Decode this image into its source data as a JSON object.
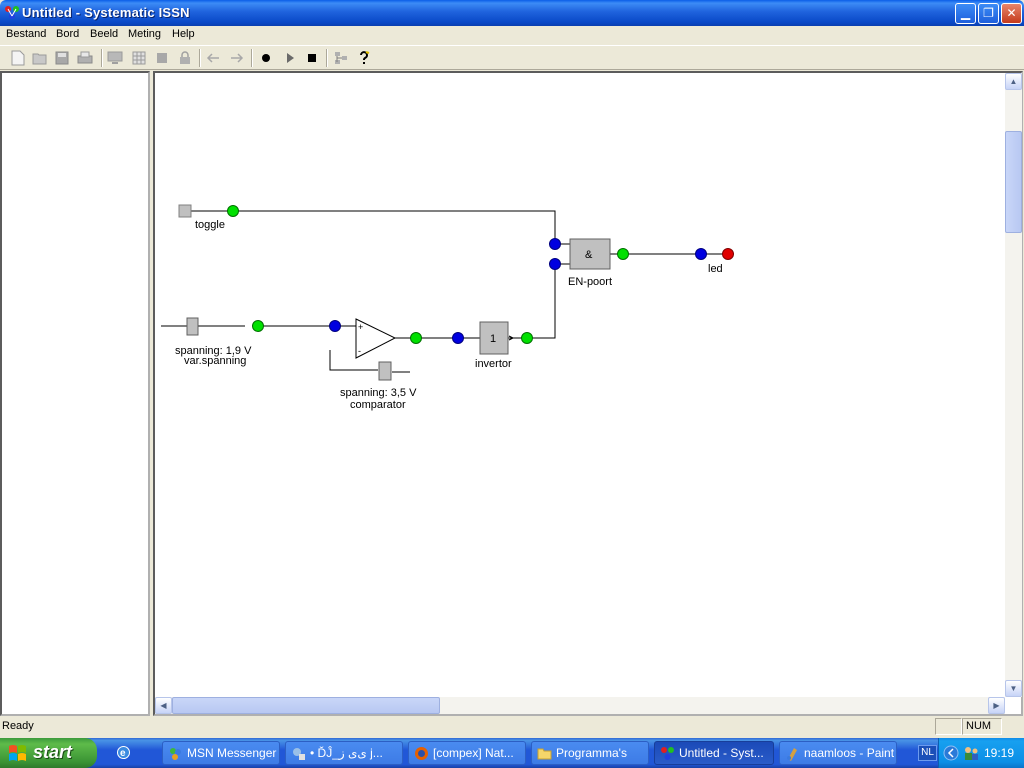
{
  "window": {
    "title": "Untitled - Systematic ISSN",
    "min_label": "▁",
    "max_label": "❐",
    "close_label": "✕"
  },
  "menu": {
    "items": [
      "Bestand",
      "Bord",
      "Beeld",
      "Meting",
      "Help"
    ]
  },
  "toolbar": {
    "icons": [
      "new-icon",
      "open-icon",
      "save-icon",
      "print-icon",
      "monitor-icon",
      "grid-icon",
      "stop-square-icon",
      "lock-icon",
      "undo-arrow-icon",
      "redo-arrow-icon",
      "record-icon",
      "play-icon",
      "stop-icon",
      "tree-icon",
      "help-question-icon"
    ]
  },
  "diagram": {
    "components": {
      "toggle": {
        "label": "toggle"
      },
      "var_spanning": {
        "value_label": "spanning: 1,9 V",
        "label": "var.spanning"
      },
      "comparator": {
        "value_label": "spanning: 3,5 V",
        "label": "comparator",
        "plus": "+",
        "minus": "-"
      },
      "invertor": {
        "symbol": "1",
        "label": "invertor"
      },
      "en_poort": {
        "symbol": "&",
        "label": "EN-poort"
      },
      "led": {
        "label": "led"
      }
    },
    "colors": {
      "output_port": "#00E000",
      "input_port": "#0000E0",
      "led_on": "#E00000",
      "block": "#C0C0C0",
      "wire": "#000000"
    }
  },
  "status": {
    "text": "Ready",
    "panel_empty": "",
    "num": "NUM"
  },
  "taskbar": {
    "start": "start",
    "buttons": [
      {
        "label": "MSN Messenger",
        "active": false
      },
      {
        "label": "• ĎĴ_ی‌ی ز j...",
        "active": false
      },
      {
        "label": "[compex] Nat...",
        "active": false
      },
      {
        "label": "Programma's",
        "active": false
      },
      {
        "label": "Untitled - Syst...",
        "active": true
      },
      {
        "label": "naamloos - Paint",
        "active": false
      }
    ],
    "tray": {
      "language": "NL",
      "clock": "19:19"
    }
  }
}
